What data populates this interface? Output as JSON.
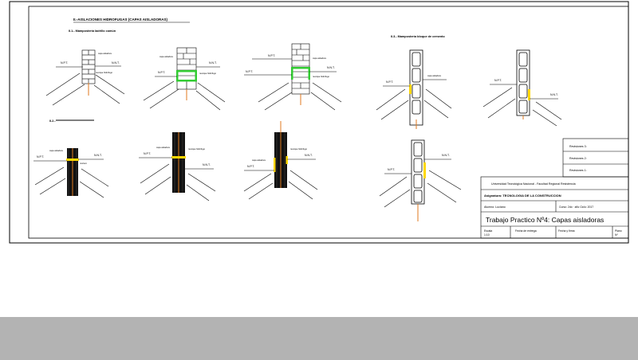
{
  "drawing": {
    "heading": "II.-AISLACIONES HIDROFUGAS (CAPAS AISLADORAS)",
    "sections": {
      "s1": "II.1.- Mampostería ladrillo común",
      "s2": "II.2.-",
      "s3": "II.3.- Mampostería bloque de cemento"
    },
    "level_labels": {
      "npt": "N.P.T.",
      "nnt": "N.N.T."
    },
    "note_labels": {
      "capa": "capa aisladora",
      "revoque": "revoque hidrófugo",
      "mortero": "mortero"
    },
    "colors": {
      "green": "#33cc33",
      "yellow": "#ffd800",
      "orange": "#e07a1f",
      "wall": "#111111"
    }
  },
  "title_block": {
    "revisions": [
      "Revisiones 1:",
      "Revisiones 2:",
      "Revisiones 3:"
    ],
    "university": "Universidad Tecnológica Nacional - Facultad Regional Resistencia",
    "subject": "Asignatura: TECNOLOGIA DE LA CONSTRUCCION",
    "student": "Alumno: Luciano",
    "course": "Curso: 2do · año  Ciclo: 2017",
    "title": "Trabajo Practico Nº4: Capas aisladoras",
    "scale_label": "Escala",
    "scale_value": "1:10",
    "delivery": "Fecha de entrega",
    "approval": "Fecha y firma",
    "plan_label": "Plano",
    "plan_value": "Nº"
  }
}
